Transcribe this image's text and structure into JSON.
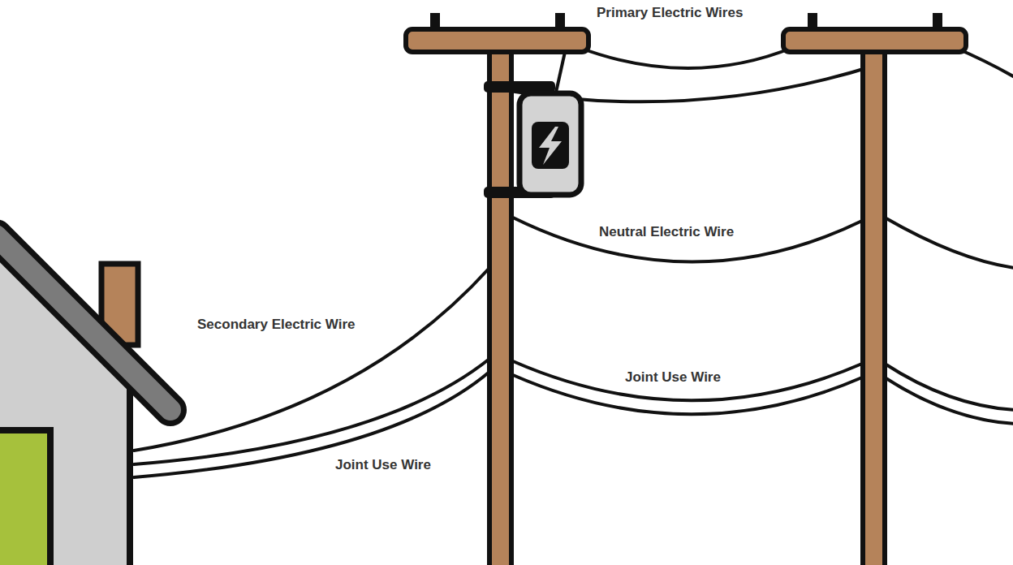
{
  "diagram": {
    "labels": [
      "Primary Electric Wires",
      "Neutral Electric Wire",
      "Secondary Electric Wire",
      "Joint Use Wire",
      "Joint Use Wire"
    ]
  }
}
